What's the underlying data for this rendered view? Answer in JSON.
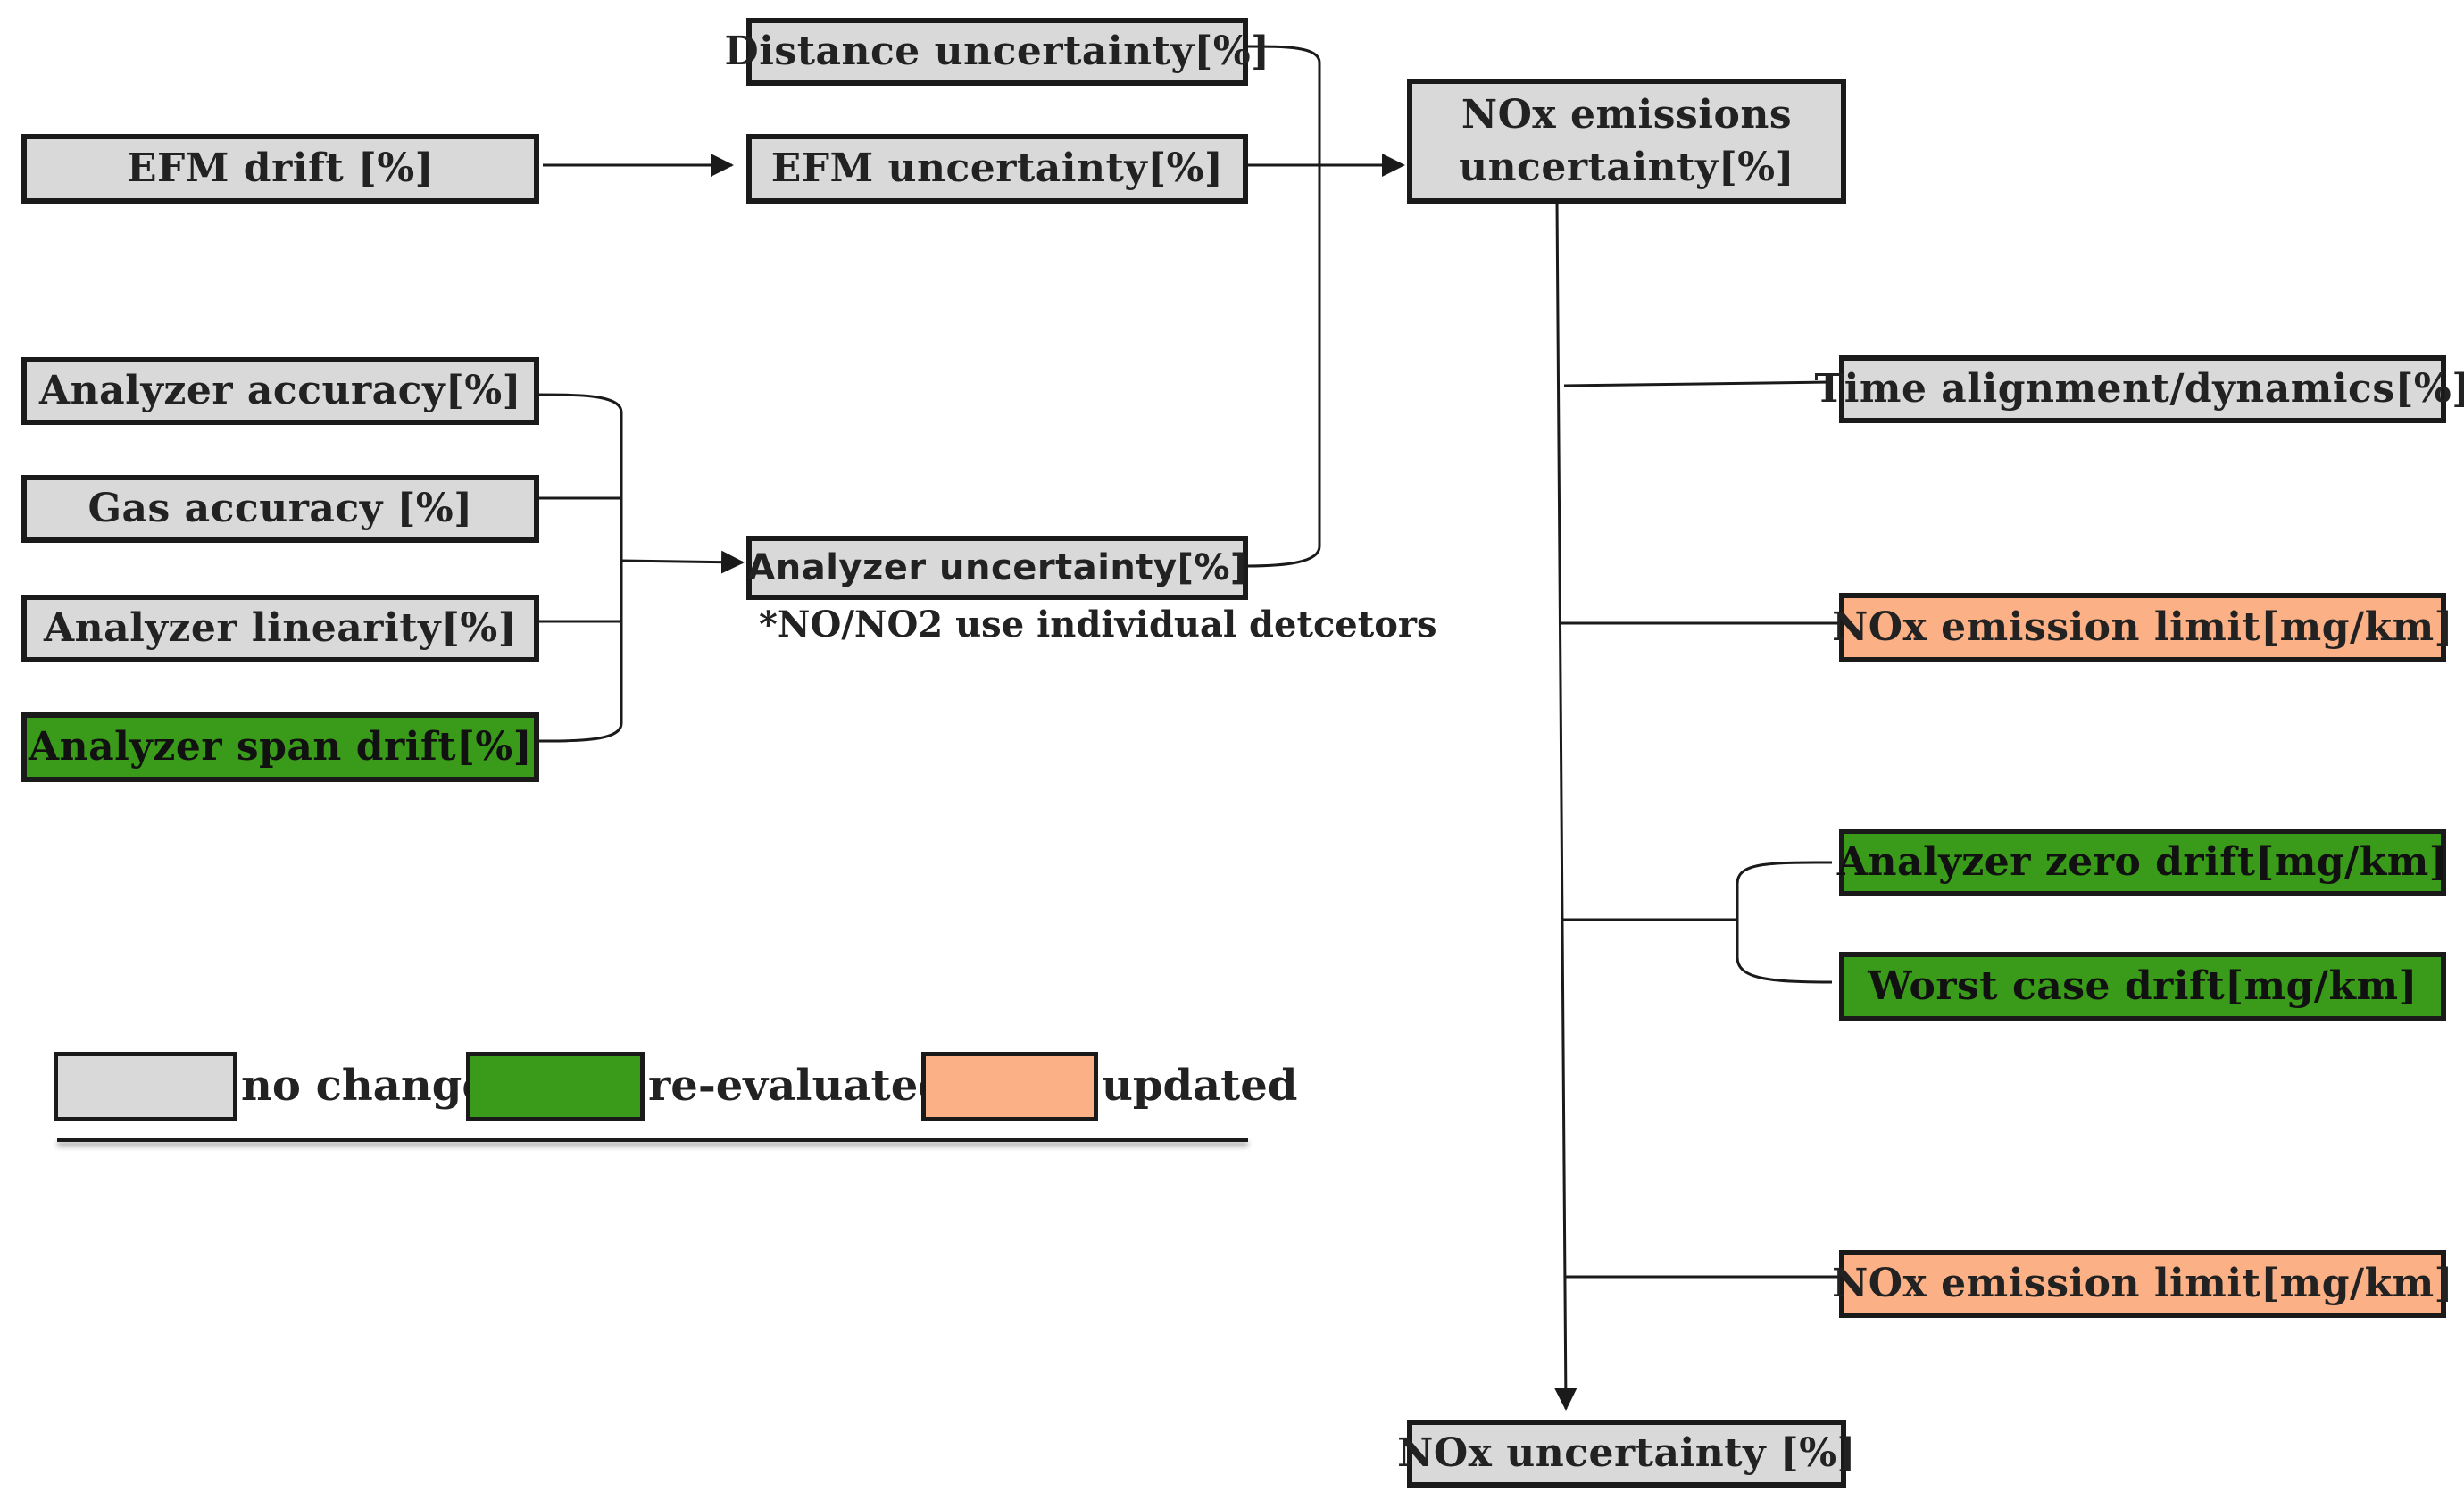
{
  "nodes": {
    "distance_uncertainty": "Distance uncertainty[%]",
    "efm_drift": "EFM drift [%]",
    "efm_uncertainty": "EFM uncertainty[%]",
    "nox_emissions_uncertainty_line1": "NOx emissions",
    "nox_emissions_uncertainty_line2": "uncertainty[%]",
    "analyzer_accuracy": "Analyzer accuracy[%]",
    "gas_accuracy": "Gas accuracy [%]",
    "analyzer_linearity": "Analyzer linearity[%]",
    "analyzer_span_drift": "Analyzer span drift[%]",
    "analyzer_uncertainty": "Analyzer uncertainty[%]",
    "time_alignment": "Time alignment/dynamics[%]",
    "nox_emission_limit_1": "NOx emission limit[mg/km]",
    "analyzer_zero_drift": "Analyzer zero drift[mg/km]",
    "worst_case_drift": "Worst case drift[mg/km]",
    "nox_emission_limit_2": "NOx emission limit[mg/km]",
    "nox_uncertainty": "NOx  uncertainty  [%]"
  },
  "note": "*NO/NO2 use individual detcetors",
  "legend": {
    "no_change": "no change",
    "re_evaluated": "re-evaluated",
    "updated": "updated"
  },
  "colors": {
    "no_change": "#d9d9d9",
    "re_evaluated": "#3a9a1a",
    "updated": "#fbb085",
    "border": "#1a1a1a"
  }
}
